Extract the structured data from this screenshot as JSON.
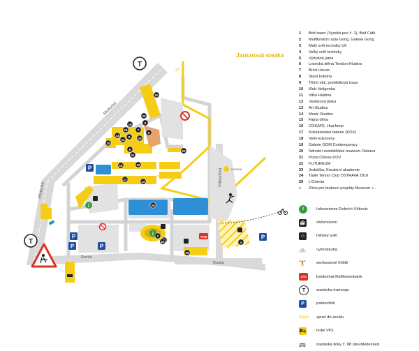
{
  "map": {
    "streets": {
      "mistecka_upper": "Místecká",
      "mistecka_lower": "Místecká",
      "vitkovicka": "Vítkovická",
      "ruska": "Ruská",
      "recka": "Řecká",
      "jantarova_stezka": "Jantarová stezka"
    },
    "markers": [
      {
        "label": "1"
      },
      {
        "label": "2"
      },
      {
        "label": "3"
      },
      {
        "label": "4"
      },
      {
        "label": "5"
      },
      {
        "label": "6"
      },
      {
        "label": "7"
      },
      {
        "label": "8"
      },
      {
        "label": "9"
      },
      {
        "label": "10"
      },
      {
        "label": "11"
      },
      {
        "label": "12"
      },
      {
        "label": "13"
      },
      {
        "label": "14"
      },
      {
        "label": "15"
      },
      {
        "label": "16"
      },
      {
        "label": "17"
      },
      {
        "label": "18"
      },
      {
        "label": "19"
      },
      {
        "label": "20"
      },
      {
        "label": "21"
      },
      {
        "label": "22"
      },
      {
        "label": "23"
      },
      {
        "label": "24"
      },
      {
        "label": "25"
      },
      {
        "label": "26"
      }
    ],
    "tram_label": "T",
    "parking_label": "P",
    "atm_label": "ATM",
    "museum_sign_text": "MUZEUM"
  },
  "legend": {
    "numbered": [
      {
        "num": "1",
        "text": "Bolt tower (Vysoká pec č. 1), Bolt Café"
      },
      {
        "num": "2",
        "text": "Multifunkční aula Gong, Galerie Gong"
      },
      {
        "num": "3",
        "text": "Malý svět techniky U6"
      },
      {
        "num": "4",
        "text": "Velký svět techniky"
      },
      {
        "num": "5",
        "text": "Výdušná jáma"
      },
      {
        "num": "6",
        "text": "Lezecká stěna Tendon Hlubina"
      },
      {
        "num": "7",
        "text": "Brick House"
      },
      {
        "num": "8",
        "text": "Stará kotelna"
      },
      {
        "num": "9",
        "text": "Těžní věž, prohlídková trasa"
      },
      {
        "num": "10",
        "text": "Klub Heligonka"
      },
      {
        "num": "11",
        "text": "Vilka Hlubina"
      },
      {
        "num": "12",
        "text": "Jantarová lávka"
      },
      {
        "num": "13",
        "text": "Art Studios"
      },
      {
        "num": "14",
        "text": "Music Studios"
      },
      {
        "num": "15",
        "text": "Fajna dílna"
      },
      {
        "num": "16",
        "text": "COKAFE, HopJump"
      },
      {
        "num": "17",
        "text": "Koksárenská baterie (KOX)"
      },
      {
        "num": "18",
        "text": "Velín koksovny"
      },
      {
        "num": "19",
        "text": "Galerie GOM Contemporary"
      },
      {
        "num": "20",
        "text": "Národní zemědělské muzeum Ostrava"
      },
      {
        "num": "21",
        "text": "Pizza Chiesa DOV"
      },
      {
        "num": "22",
        "text": "FUTUREUM"
      },
      {
        "num": "23",
        "text": "Jednička, Kreativní akademie"
      },
      {
        "num": "24",
        "text": "Table Tennis Club OSTRAVA 2016"
      },
      {
        "num": "25",
        "text": "L'Osteria"
      },
      {
        "num": "+",
        "text": "Zóna pro budoucí projekty Museum +..."
      }
    ],
    "symbols": [
      {
        "name": "infocentrum-icon",
        "glyph": "i",
        "text": "Infocentrum Dolních Vítkovic"
      },
      {
        "name": "refreshment-icon",
        "glyph": "☕",
        "text": "občerstvení"
      },
      {
        "name": "playground-icon",
        "glyph": "☺",
        "text": "Dětský svět"
      },
      {
        "name": "cycle-path-icon",
        "glyph": "🚲",
        "text": "cyklostezka"
      },
      {
        "name": "workout-icon",
        "glyph": "🏋",
        "text": "workoutové hřiště"
      },
      {
        "name": "atm-icon",
        "glyph": "ATM",
        "text": "bankomat Raiffeisenbank"
      },
      {
        "name": "tram-stop-icon",
        "glyph": "T",
        "text": "zastávka tramvaje"
      },
      {
        "name": "parking-icon",
        "glyph": "P",
        "text": "parkoviště"
      },
      {
        "name": "entrance-icon",
        "glyph": ">>>",
        "text": "vjezd do areálu"
      },
      {
        "name": "hotel-icon",
        "glyph": "🛏",
        "text": "hotel VP1"
      },
      {
        "name": "bus-stop-icon",
        "glyph": "🚌",
        "text": "zastávka linky č. 88 (doubledecker)"
      }
    ]
  },
  "colors": {
    "yellow": "#f5cd17",
    "blue": "#2f8fd6",
    "grey_road": "#cfcfcf",
    "dark": "#2b2b2b",
    "parking_blue": "#1f4f9c",
    "atm_red": "#d8332a",
    "cycle_teal": "#1aa3a3",
    "green": "#3a9b3a"
  }
}
